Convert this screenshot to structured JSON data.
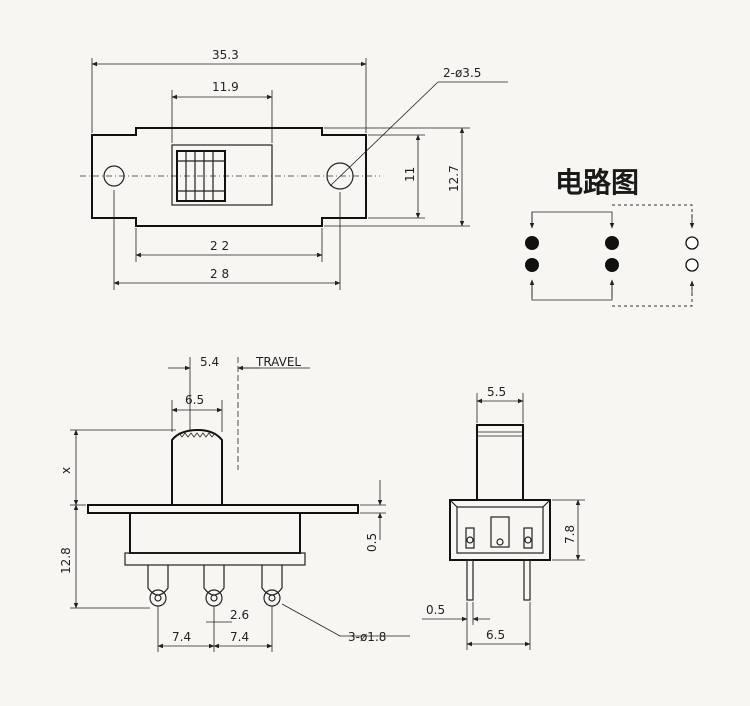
{
  "top_view": {
    "width_overall": "35.3",
    "knob_width": "11.9",
    "hole_spec": "2-ø3.5",
    "body_height_inner": "11",
    "body_height_outer": "12.7",
    "hole_pitch": "2 2",
    "body_length": "2 8"
  },
  "circuit": {
    "title": "电路图"
  },
  "side_view": {
    "travel_value": "5.4",
    "travel_label": "TRAVEL",
    "knob_width": "6.5",
    "height_variable": "x",
    "total_height": "12.8",
    "flange_thickness": "0.5",
    "pin_spacing_left": "7.4",
    "pin_spacing_right": "7.4",
    "pin_gap": "2.6",
    "pin_hole_spec": "3-ø1.8"
  },
  "end_view": {
    "knob_width": "5.5",
    "body_height": "7.8",
    "pin_thickness": "0.5",
    "pin_span": "6.5"
  }
}
